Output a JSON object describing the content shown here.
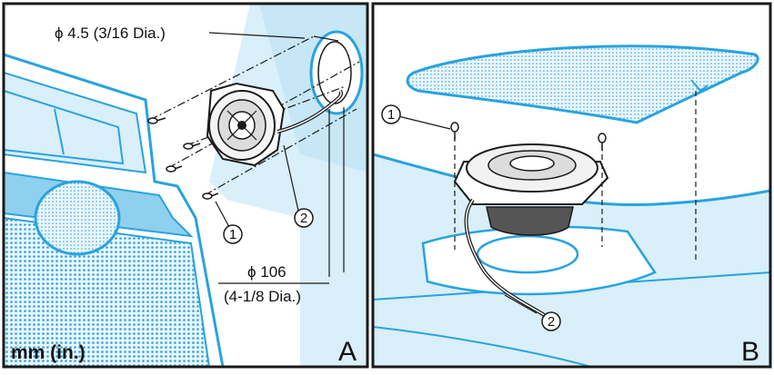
{
  "panel_a": {
    "letter": "A",
    "hole_small": "ϕ 4.5 (3/16 Dia.)",
    "hole_large": "ϕ 106",
    "hole_large_sub": "(4-1/8 Dia.)",
    "units": "mm (in.)",
    "callout_screw": "1",
    "callout_wire": "2"
  },
  "panel_b": {
    "letter": "B",
    "callout_screw": "1",
    "callout_wire": "2"
  },
  "colors": {
    "outline": "#1a1a1a",
    "door_blue": "#29a3de",
    "pale_blue": "#d9eff9",
    "mid_blue": "#8fd0ee"
  }
}
